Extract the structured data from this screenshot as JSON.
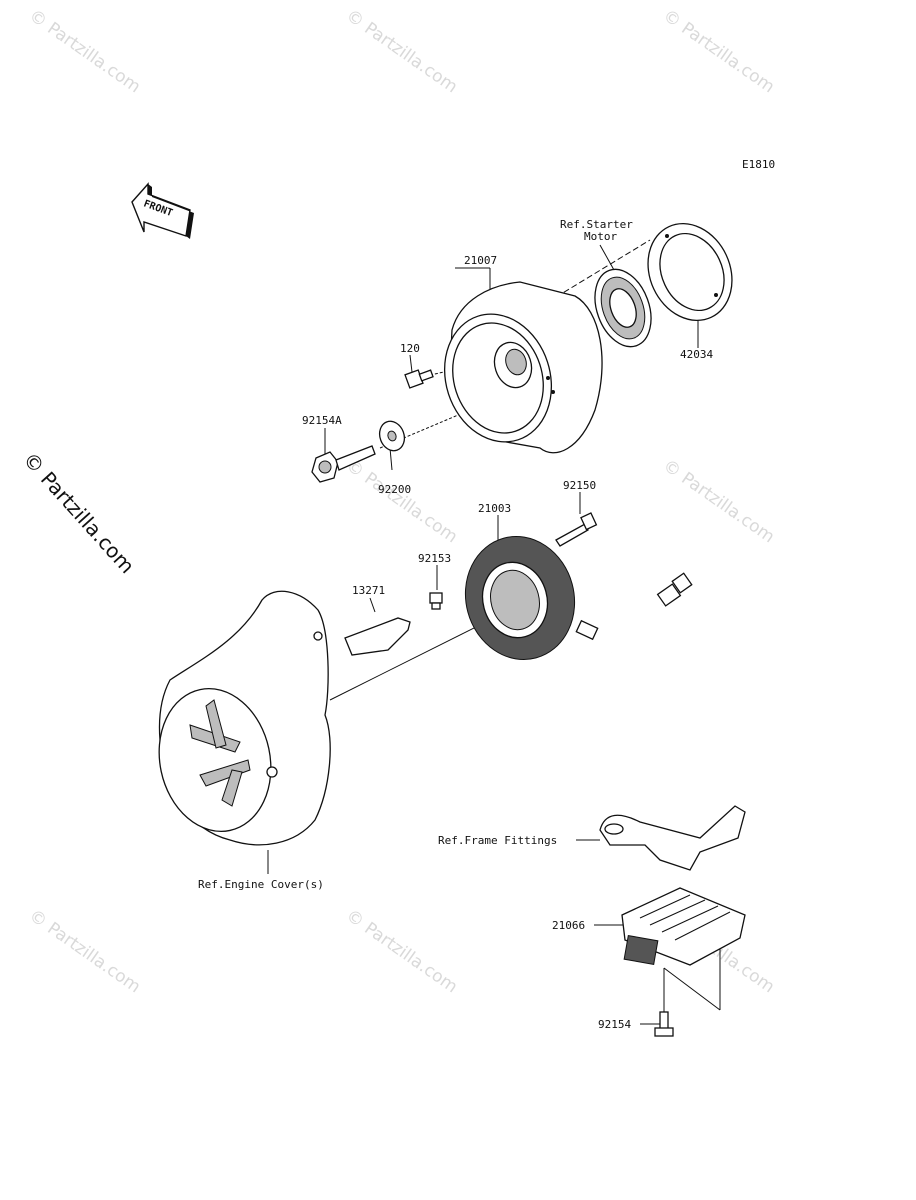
{
  "diagram_code": "E1810",
  "front_arrow_label": "FRONT",
  "watermark": "© Partzilla.com",
  "side_watermark": "© Partzilla.com",
  "labels": {
    "ref_starter_motor_line1": "Ref.Starter",
    "ref_starter_motor_line2": "Motor",
    "p21007": "21007",
    "p42034": "42034",
    "p120": "120",
    "p92154A": "92154A",
    "p92200": "92200",
    "p92150": "92150",
    "p21003": "21003",
    "p92153": "92153",
    "p13271": "13271",
    "ref_engine_cover": "Ref.Engine Cover(s)",
    "ref_frame_fittings": "Ref.Frame Fittings",
    "p21066": "21066",
    "p92154": "92154"
  }
}
